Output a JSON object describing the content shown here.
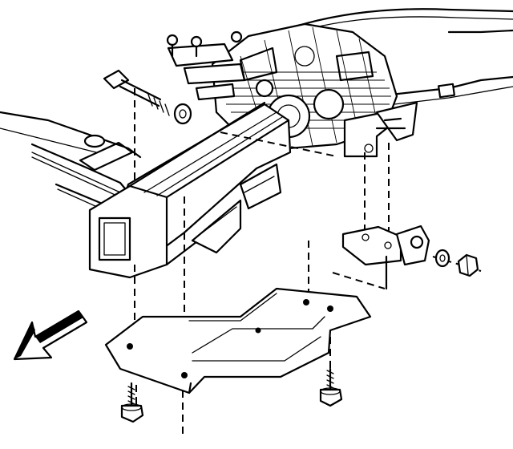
{
  "diagram": {
    "description_visible_text": "",
    "parts": [
      {
        "id": "frame-rail"
      },
      {
        "id": "transmission-mount-bracket"
      },
      {
        "id": "crossmember-plate"
      },
      {
        "id": "side-bracket"
      },
      {
        "id": "upper-bolt"
      },
      {
        "id": "lower-bolts"
      },
      {
        "id": "nut-and-washer"
      },
      {
        "id": "direction-arrow"
      }
    ],
    "colors": {
      "ink": "#000000",
      "paper": "#ffffff"
    }
  }
}
